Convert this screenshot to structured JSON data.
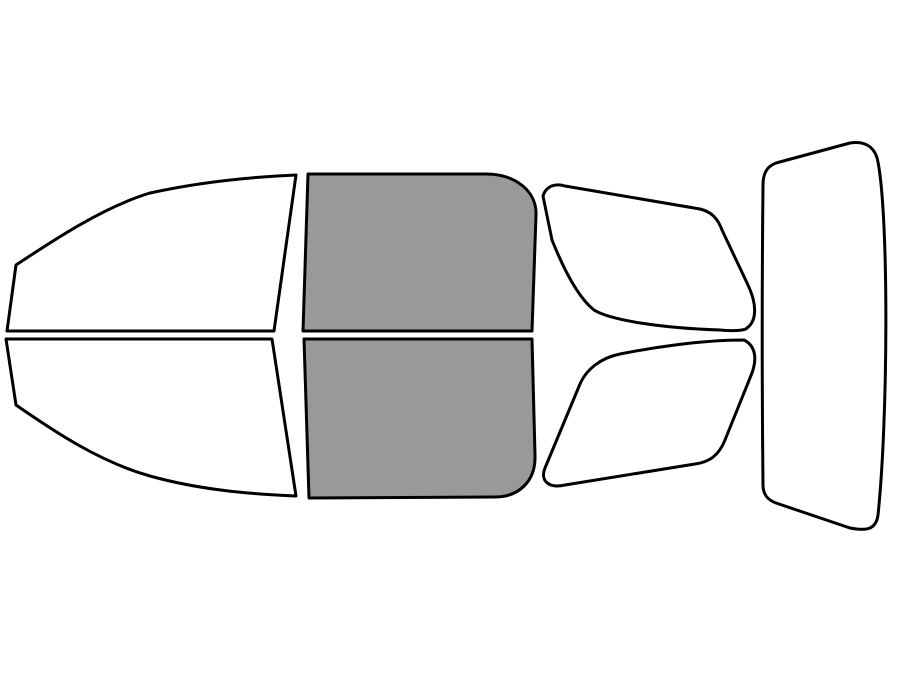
{
  "colors": {
    "background": "#ffffff",
    "outline": "#000000",
    "unselected_fill": "#ffffff",
    "selected_fill": "#999999"
  },
  "windows": [
    {
      "name": "front-windshield-left-half-window",
      "selected": false
    },
    {
      "name": "front-windshield-right-half-window",
      "selected": false
    },
    {
      "name": "front-door-window-top",
      "selected": true
    },
    {
      "name": "front-door-window-bottom",
      "selected": true
    },
    {
      "name": "rear-door-window-top",
      "selected": false
    },
    {
      "name": "rear-door-window-bottom",
      "selected": false
    },
    {
      "name": "rear-windshield-window",
      "selected": false
    }
  ]
}
